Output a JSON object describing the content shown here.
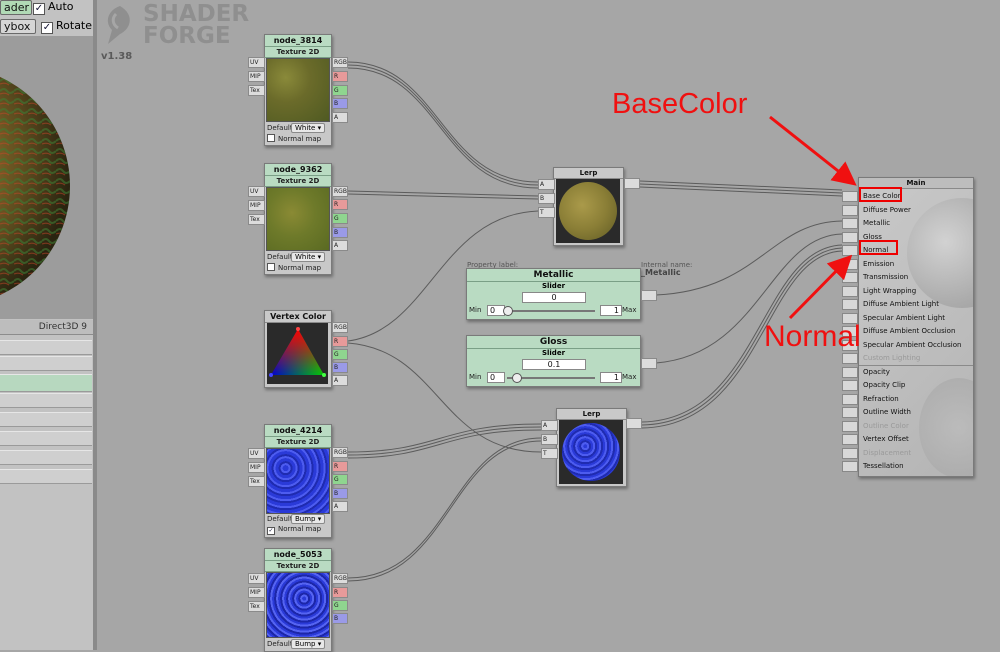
{
  "toolbar": {
    "shader_label": "ader",
    "auto_label": "Auto",
    "skybox_label": "ybox",
    "rotate_label": "Rotate"
  },
  "preview": {
    "api_label": "Direct3D 9"
  },
  "logo": {
    "line1": "SHADER",
    "line2": "FORGE",
    "version": "v1.38"
  },
  "nodes": {
    "tex1": {
      "title": "node_3814",
      "subtitle": "Texture 2D",
      "default_label": "Default",
      "default_value": "White",
      "normal_label": "Normal map",
      "normal_checked": false
    },
    "tex2": {
      "title": "node_9362",
      "subtitle": "Texture 2D",
      "default_label": "Default",
      "default_value": "White",
      "normal_label": "Normal map",
      "normal_checked": false
    },
    "vcolor": {
      "title": "Vertex Color"
    },
    "tex3": {
      "title": "node_4214",
      "subtitle": "Texture 2D",
      "default_label": "Default",
      "default_value": "Bump",
      "normal_label": "Normal map",
      "normal_checked": true
    },
    "tex4": {
      "title": "node_5053",
      "subtitle": "Texture 2D",
      "default_label": "Default",
      "default_value": "Bump"
    },
    "lerp1": {
      "title": "Lerp"
    },
    "lerp2": {
      "title": "Lerp"
    }
  },
  "ports": {
    "tex_inputs": [
      "UV",
      "MIP",
      "Tex"
    ],
    "rgba_outputs": [
      "RGB",
      "R",
      "G",
      "B",
      "A"
    ],
    "lerp_inputs": [
      "A",
      "B",
      "T"
    ]
  },
  "sliders": {
    "property_label": "Property label:",
    "internal_label": "Internal name:",
    "internal_value": "_Metallic",
    "metallic": {
      "title": "Metallic",
      "type": "Slider",
      "value": "0",
      "min_label": "Min",
      "min": "0",
      "max": "1",
      "max_label": "Max",
      "level": 0.0
    },
    "gloss": {
      "title": "Gloss",
      "type": "Slider",
      "value": "0.1",
      "min_label": "Min",
      "min": "0",
      "max": "1",
      "max_label": "Max",
      "level": 0.1
    }
  },
  "main_node": {
    "title": "Main",
    "inputs": [
      "Base Color",
      "Diffuse Power",
      "Metallic",
      "Gloss",
      "Normal",
      "Emission",
      "Transmission",
      "Light Wrapping",
      "Diffuse Ambient Light",
      "Specular Ambient Light",
      "Diffuse Ambient Occlusion",
      "Specular Ambient Occlusion",
      "Custom Lighting",
      "Opacity",
      "Opacity Clip",
      "Refraction",
      "Outline Width",
      "Outline Color",
      "Vertex Offset",
      "Displacement",
      "Tessellation"
    ],
    "disabled": [
      "Custom Lighting",
      "Outline Color",
      "Displacement"
    ]
  },
  "annotations": {
    "basecolor": "BaseColor",
    "normal": "Normal"
  },
  "colors": {
    "node_header": "#b9dbc2",
    "annotation": "#f01010",
    "canvas": "#a6a6a6"
  }
}
